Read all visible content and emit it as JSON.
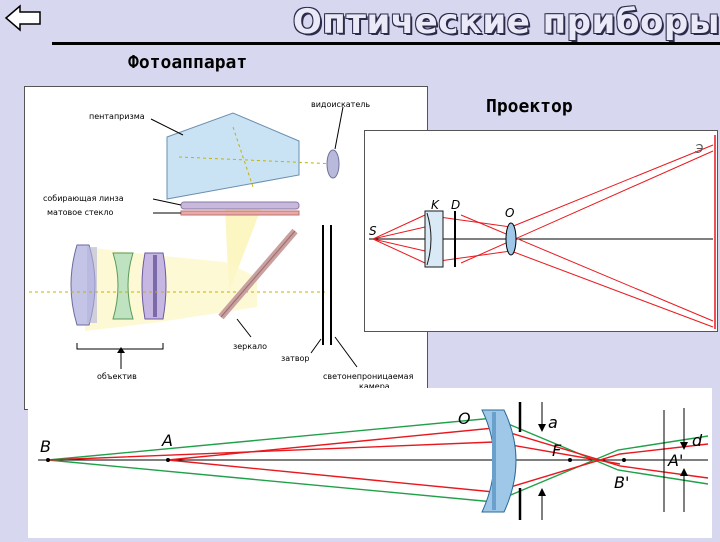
{
  "title": "Оптические приборы",
  "subtitles": {
    "camera": "Фотоаппарат",
    "projector": "Проектор"
  },
  "camera": {
    "labels": {
      "viewfinder": "видоискатель",
      "pentaprism": "пентапризма",
      "condenser": "собирающая линза",
      "matte_glass": "матовое стекло",
      "mirror": "зеркало",
      "shutter": "затвор",
      "lens": "объектив",
      "body_line1": "светонепроницаемая",
      "body_line2": "камера"
    }
  },
  "projector": {
    "labels": {
      "screen": "Э",
      "k": "K",
      "d": "D",
      "o": "O",
      "s": "S"
    }
  },
  "lens": {
    "labels": {
      "o": "O",
      "a": "a",
      "d": "d",
      "b": "B",
      "a_point": "A",
      "f": "F",
      "a_prime": "A'",
      "b_prime": "B'"
    }
  },
  "colors": {
    "ray_red": "#e8191e",
    "ray_green": "#21a04a",
    "lens_blue": "#9fc8e8",
    "prism": "#c9e3f4",
    "body_bg": "#d7d7ef"
  },
  "icons": {
    "back": "back-arrow-icon"
  }
}
